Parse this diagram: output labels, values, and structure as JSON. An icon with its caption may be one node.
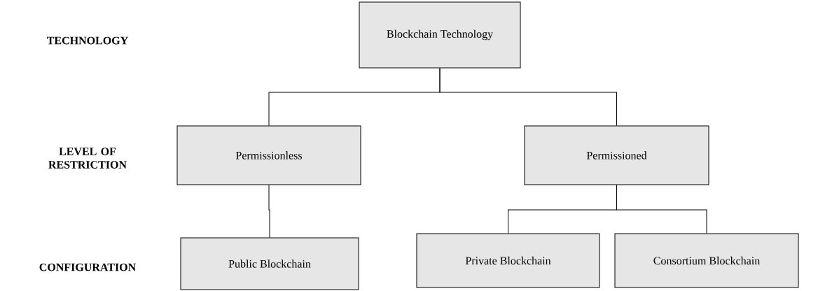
{
  "diagram": {
    "nodes": [
      {
        "text": [
          "Blockchain Technology"
        ]
      },
      {
        "text": [
          "Permissionless"
        ]
      },
      {
        "text": [
          "Permissioned"
        ]
      },
      {
        "text": [
          "Public Blockchain"
        ]
      },
      {
        "text": [
          "Private Blockchain"
        ]
      },
      {
        "text": [
          "Consortium Blockchain"
        ]
      }
    ],
    "edges": [
      {
        "from": 0,
        "to": 1,
        "arrow": "none"
      },
      {
        "from": 0,
        "to": 2,
        "arrow": "none"
      },
      {
        "from": 1,
        "to": 3,
        "arrow": "none"
      },
      {
        "from": 2,
        "to": 4,
        "arrow": "none"
      },
      {
        "from": 2,
        "to": 5,
        "arrow": "none"
      }
    ],
    "labels": [
      "TECHNOLOGY",
      "LEVEL OF RESTRICTION",
      "CONFIGURATION"
    ]
  }
}
